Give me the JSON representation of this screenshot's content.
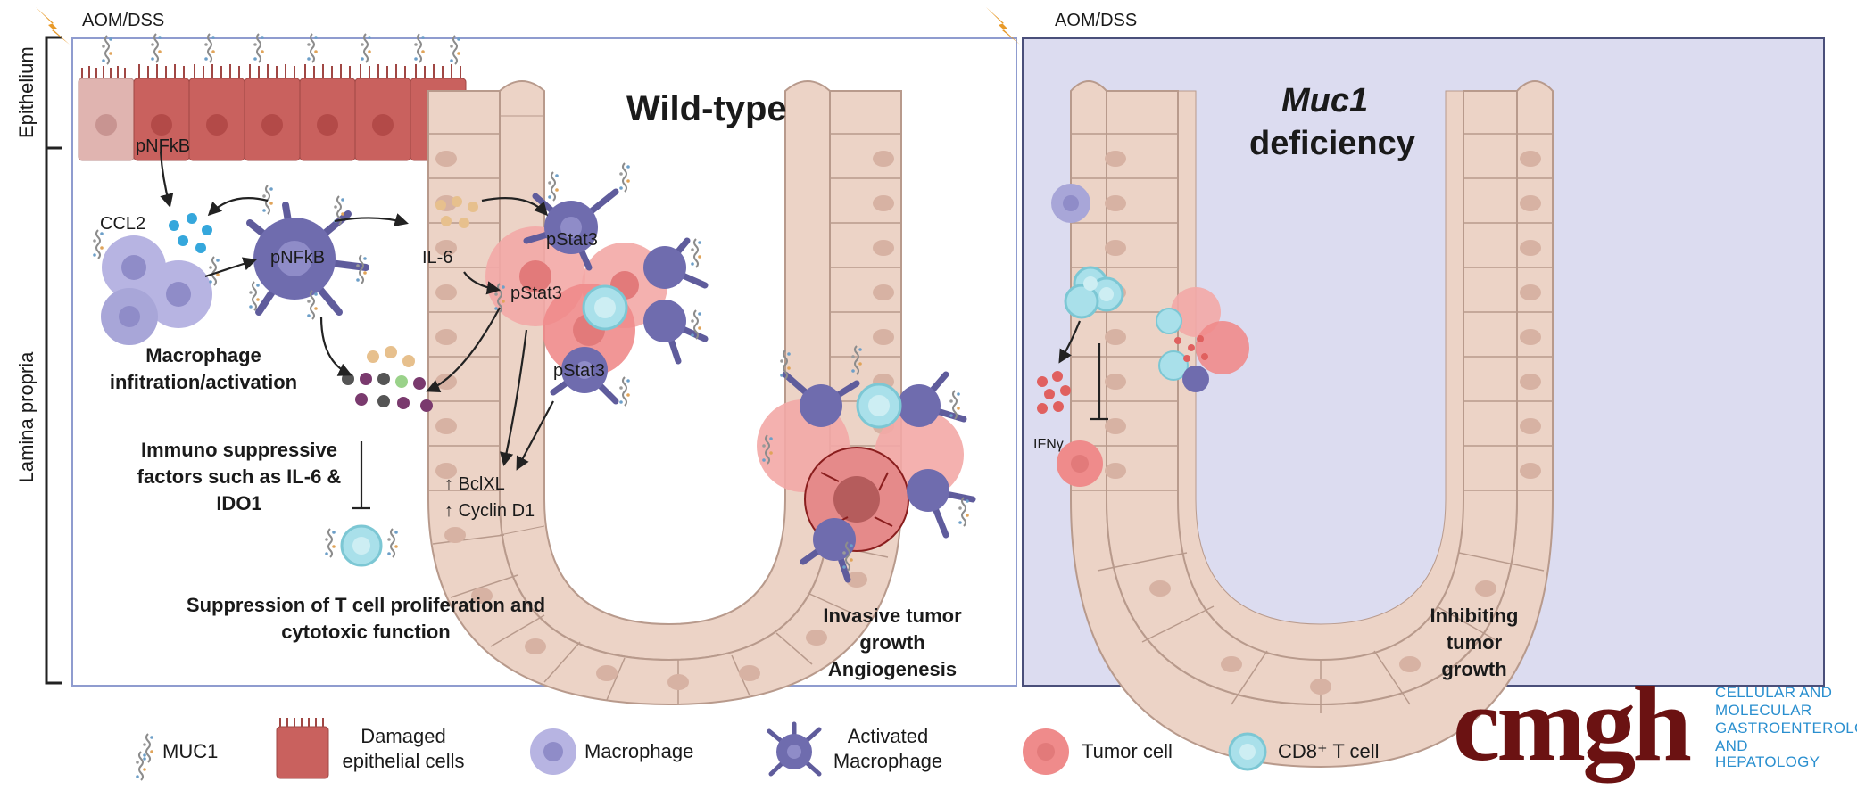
{
  "axis_labels": {
    "epithelium": "Epithelium",
    "lamina_propria": "Lamina propria"
  },
  "wild_type": {
    "treatment": "AOM/DSS",
    "title": "Wild-type",
    "labels": {
      "pnfkb_epithelium": "pNFkB",
      "ccl2": "CCL2",
      "pnfkb_macrophage": "pNFkB",
      "il6": "IL-6",
      "pstat3_a": "pStat3",
      "pstat3_b": "pStat3",
      "pstat3_c": "pStat3",
      "bclxl": "BclXL",
      "cyclin_d1": "Cyclin D1",
      "macrophage_infiltration": "Macrophage infitration/activation",
      "immuno_suppressive": "Immuno suppressive factors such as IL-6 & IDO1",
      "t_cell_suppression": "Suppression of T cell proliferation and  cytotoxic function",
      "invasive": "Invasive tumor growth Angiogenesis"
    }
  },
  "muc1": {
    "treatment": "AOM/DSS",
    "title_italic": "Muc1",
    "title_rest": "deficiency",
    "ifng": "IFNγ",
    "inhibiting": "Inhibiting tumor growth"
  },
  "legend": [
    {
      "label": "MUC1",
      "icon": "muc1-icon"
    },
    {
      "label": "Damaged epithelial cells",
      "icon": "damaged-epithelial-cell-icon"
    },
    {
      "label": "Macrophage",
      "icon": "macrophage-icon"
    },
    {
      "label": "Activated Macrophage",
      "icon": "activated-macrophage-icon"
    },
    {
      "label": "Tumor cell",
      "icon": "tumor-cell-icon"
    },
    {
      "label": "CD8⁺ T cell",
      "icon": "cd8-t-cell-icon"
    }
  ],
  "journal": {
    "logo_text": "cmgh",
    "name_lines": [
      "CELLULAR AND",
      "MOLECULAR",
      "GASTROENTEROLOGY",
      "AND HEPATOLOGY"
    ]
  },
  "colors": {
    "wt_border": "#8f9ccf",
    "muc_bg": "#dcdcf0",
    "epithelium": "#ecd3c6",
    "damaged": "#c9615e",
    "macrophage": "#a8a6d8",
    "activated_macrophage": "#5f5c9c",
    "tumor": "#ef8b8b",
    "tcell": "#a9e0ea",
    "brand": "#6b1212",
    "brand_sub": "#2a8fcf"
  }
}
